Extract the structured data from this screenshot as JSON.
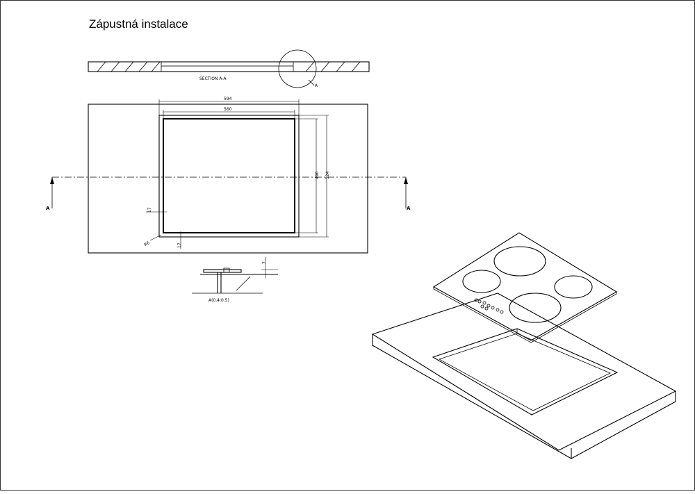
{
  "title": "Zápustná instalace",
  "section_label": "SECTION A-A",
  "detail_marker": "A",
  "section_arrow_left": "A",
  "section_arrow_right": "A",
  "dimensions": {
    "outer_width": "594",
    "inner_width": "560",
    "inner_height": "490",
    "outer_height": "524",
    "offset_side": "17",
    "offset_bottom": "17",
    "corner_radius": "R6"
  },
  "detail_label": "A(0.4:0.5)",
  "detail_dim": "7"
}
